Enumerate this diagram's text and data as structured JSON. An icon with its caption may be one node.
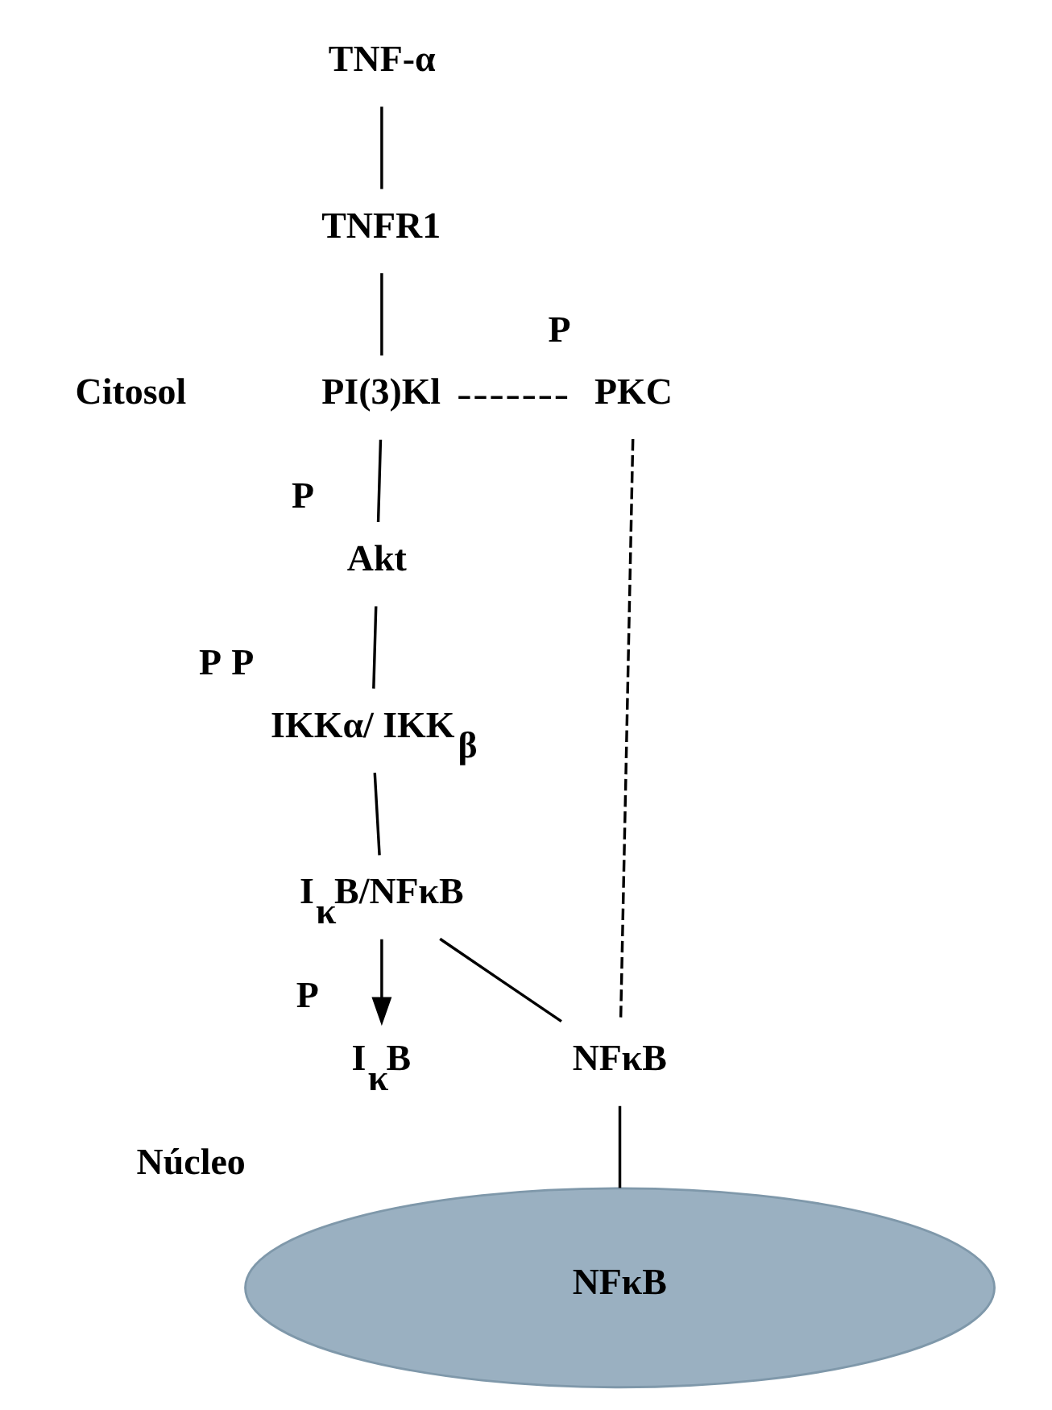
{
  "diagram": {
    "nodes": [
      {
        "text": [
          "TNF-α"
        ]
      },
      {
        "text": [
          "TNFR1"
        ]
      },
      {
        "text": [
          "PI(3)Kl"
        ]
      },
      {
        "text": [
          "PKC"
        ],
        "beside": [
          "P"
        ]
      },
      {
        "text": [
          "Akt"
        ],
        "beside": [
          "P"
        ]
      },
      {
        "text": [
          "IKKα/ IKK$_{β}$"
        ],
        "beside": [
          "P",
          "P"
        ]
      },
      {
        "text": [
          "I$_{κ}$B/NFκB"
        ]
      },
      {
        "text": [
          "I$_{κ}$B"
        ],
        "beside": [
          "P"
        ]
      },
      {
        "text": [
          "NFκB"
        ]
      },
      {
        "text": [
          "NFκB"
        ],
        "beside": [
          "Núcleo"
        ]
      }
    ],
    "edges": [
      {
        "from": 0,
        "to": 1,
        "arrow": "none"
      },
      {
        "from": 1,
        "to": 2,
        "arrow": "none"
      },
      {
        "from": 2,
        "to": 3,
        "arrow": "none",
        "style": "dashed"
      },
      {
        "from": 2,
        "to": 4,
        "arrow": "none"
      },
      {
        "from": 4,
        "to": 5,
        "arrow": "none"
      },
      {
        "from": 5,
        "to": 6,
        "arrow": "none"
      },
      {
        "from": 6,
        "to": 7,
        "arrow": "to"
      },
      {
        "from": 6,
        "to": 8,
        "arrow": "none"
      },
      {
        "from": 3,
        "to": 8,
        "arrow": "none",
        "style": "dashed"
      },
      {
        "from": 8,
        "to": 9,
        "arrow": "none"
      }
    ],
    "labels": [
      "Citosol"
    ]
  }
}
